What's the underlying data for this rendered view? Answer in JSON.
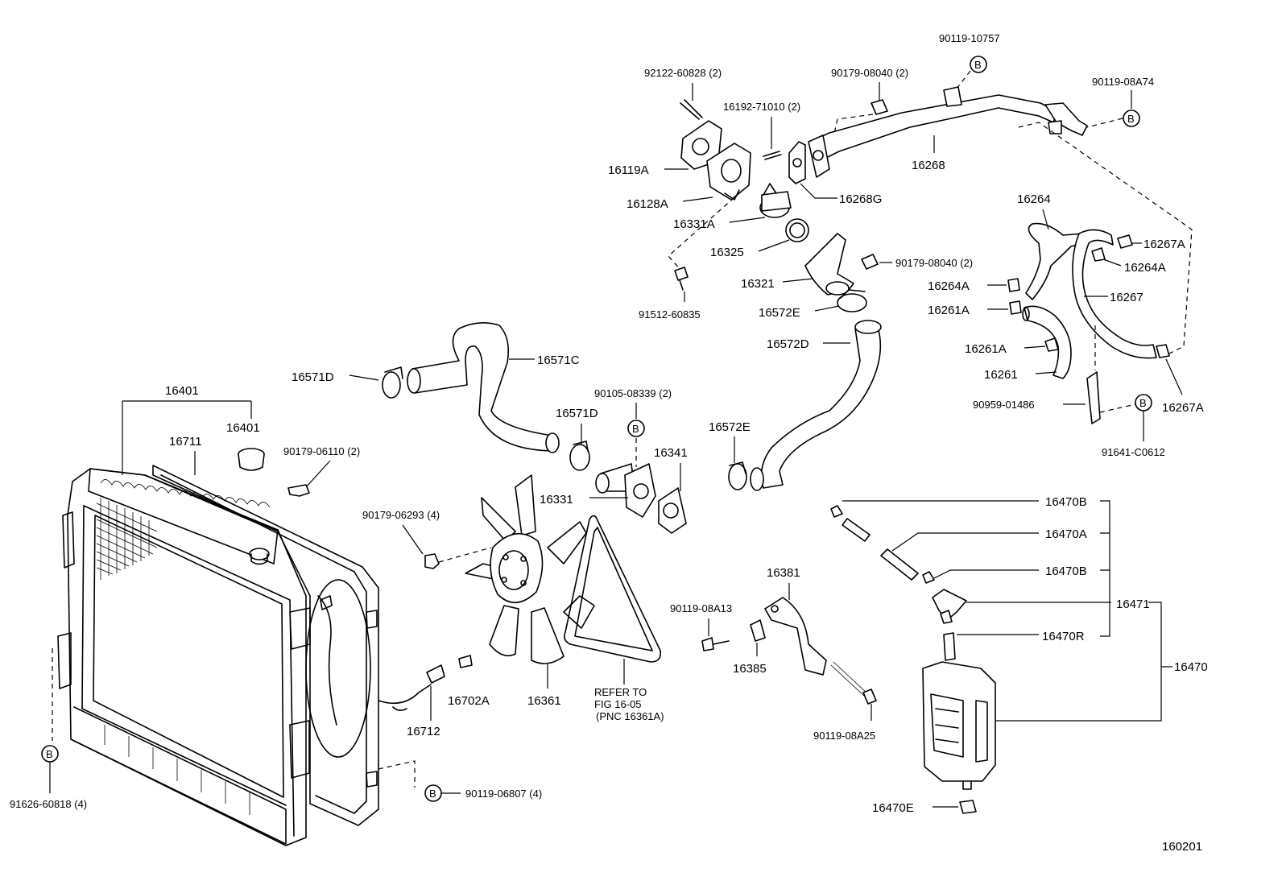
{
  "labels": {
    "l_90119_10757": "90119-10757",
    "l_92122_60828": "92122-60828 (2)",
    "l_90179_08040_a": "90179-08040 (2)",
    "l_90119_08a74": "90119-08A74",
    "l_16192_71010": "16192-71010 (2)",
    "l_16119a": "16119A",
    "l_16268": "16268",
    "l_16128a": "16128A",
    "l_16268g": "16268G",
    "l_16331a": "16331A",
    "l_16264": "16264",
    "l_16267a_top": "16267A",
    "l_16325": "16325",
    "l_16264a_right": "16264A",
    "l_90179_08040_b": "90179-08040 (2)",
    "l_16321": "16321",
    "l_16264a_left": "16264A",
    "l_16267": "16267",
    "l_91512_60835": "91512-60835",
    "l_16572e_top": "16572E",
    "l_16261a_a": "16261A",
    "l_16572d": "16572D",
    "l_16261a_b": "16261A",
    "l_16571c": "16571C",
    "l_16261": "16261",
    "l_16571d_left": "16571D",
    "l_90959_01486": "90959-01486",
    "l_16267a_bottom": "16267A",
    "l_16401_top": "16401",
    "l_90105_08339": "90105-08339 (2)",
    "l_16571d_mid": "16571D",
    "l_16572e_mid": "16572E",
    "l_91641_c0612": "91641-C0612",
    "l_16401_cap": "16401",
    "l_16711": "16711",
    "l_16341": "16341",
    "l_90179_06110": "90179-06110 (2)",
    "l_16331": "16331",
    "l_16470b_top": "16470B",
    "l_90179_06293": "90179-06293 (4)",
    "l_16470a": "16470A",
    "l_16381": "16381",
    "l_16470b_mid": "16470B",
    "l_90119_08a13": "90119-08A13",
    "l_16471": "16471",
    "l_16470r": "16470R",
    "l_16385": "16385",
    "l_16470": "16470",
    "l_16702a": "16702A",
    "l_16361": "16361",
    "l_refer_1": "REFER TO",
    "l_refer_2": "FIG 16-05",
    "l_refer_3": "(PNC 16361A)",
    "l_16712": "16712",
    "l_90119_08a25": "90119-08A25",
    "l_91626_60818": "91626-60818 (4)",
    "l_90119_06807": "90119-06807 (4)",
    "l_16470e": "16470E",
    "l_figure_no": "160201"
  },
  "callouts": {
    "b1": "B",
    "b2": "B",
    "b3": "B",
    "b4": "B",
    "b5": "B",
    "b6": "B"
  }
}
